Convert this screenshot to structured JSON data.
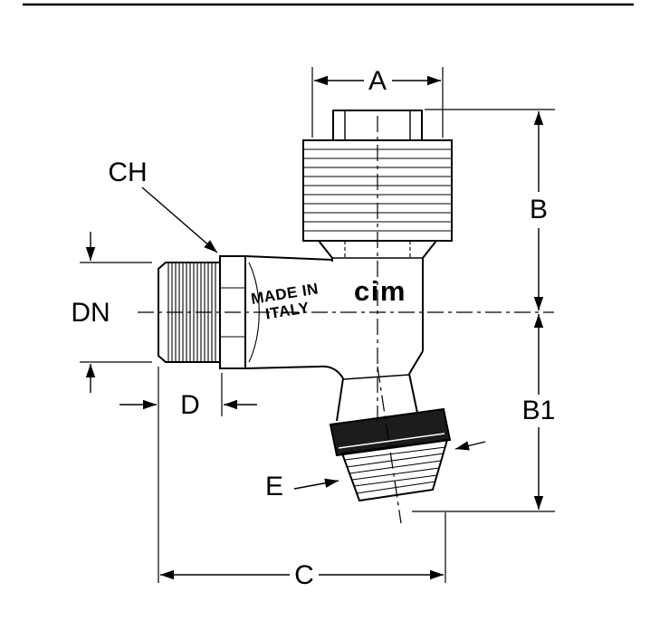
{
  "image": {
    "type": "technical-dimension-drawing",
    "subject": "angle-valve-garden-tap",
    "colors": {
      "background": "#ffffff",
      "line": "#000000",
      "collar_fill": "#1c1c1c"
    }
  },
  "labels": {
    "A": "A",
    "B": "B",
    "B1": "B1",
    "C": "C",
    "D": "D",
    "E": "E",
    "DN": "DN",
    "CH": "CH"
  },
  "markings": {
    "made_in_line1": "MADE IN",
    "made_in_line2": "ITALY",
    "brand": "cim"
  }
}
